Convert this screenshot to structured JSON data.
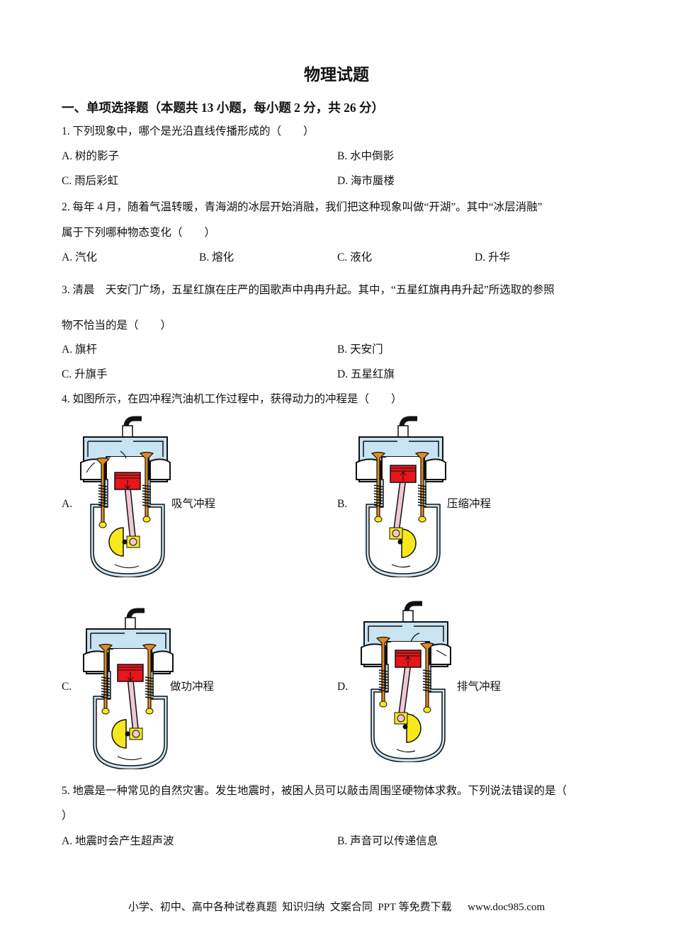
{
  "title": "物理试题",
  "section": "一、单项选择题（本题共 13 小题，每小题 2 分，共 26 分）",
  "questions": [
    {
      "stem": [
        "1. 下列现象中，哪个是光沿直线传播形成的（　　）"
      ],
      "options": [
        "A. 树的影子",
        "B. 水中倒影",
        "C. 雨后彩虹",
        "D. 海市蜃楼"
      ]
    },
    {
      "stem": [
        "2. 每年 4 月，随着气温转暖，青海湖的冰层开始消融，我们把这种现象叫做“开湖”。其中“冰层消融”",
        "属于下列哪种物态变化（　　）"
      ],
      "options": [
        "A.  汽化",
        "B.  熔化",
        "C.  液化",
        "D.  升华"
      ]
    },
    {
      "stem": [
        "3. 清晨　天安门广场，五星红旗在庄严的国歌声中冉冉升起。其中，“五星红旗冉冉升起”所选取的参照",
        "物不恰当的是（　　）"
      ],
      "options": [
        "A.  旗杆",
        "B.  天安门",
        "C.  升旗手",
        "D.  五星红旗"
      ]
    },
    {
      "stem": [
        "4. 如图所示，在四冲程汽油机工作过程中，获得动力的冲程是（　　）"
      ],
      "options": [
        {
          "letter": "A.",
          "label": "吸气冲程",
          "diagram": "intake-stroke"
        },
        {
          "letter": "B.",
          "label": "压缩冲程",
          "diagram": "compression-stroke"
        },
        {
          "letter": "C.",
          "label": "做功冲程",
          "diagram": "power-stroke"
        },
        {
          "letter": "D.",
          "label": "排气冲程",
          "diagram": "exhaust-stroke"
        }
      ]
    },
    {
      "stem": [
        "5. 地震是一种常见的自然灾害。发生地震时，被困人员可以敲击周围坚硬物体求救。下列说法错误的是（",
        "）"
      ],
      "options": [
        "A.  地震时会产生超声波",
        "B.  声音可以传递信息"
      ]
    }
  ],
  "footer": "小学、初中、高中各种试卷真题  知识归纳  文案合同  PPT 等免费下载      www.doc985.com",
  "colors": {
    "piston": "#e8161b",
    "valve": "#e08a1e",
    "crank": "#f7e81a",
    "cylinder": "#c8e3f2",
    "rod": "#f0c8d8"
  }
}
